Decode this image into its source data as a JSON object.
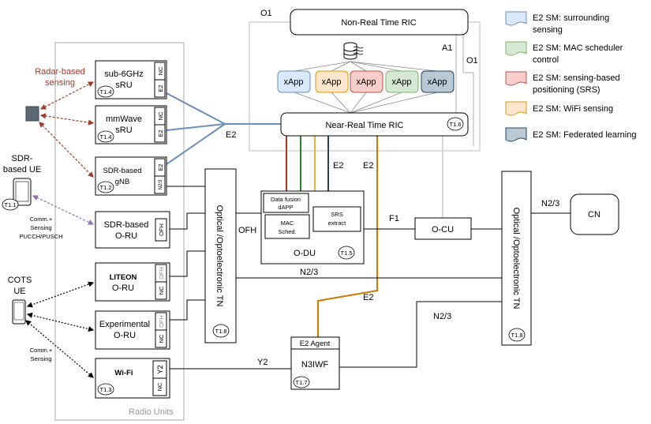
{
  "colors": {
    "surrounding": "#dae8fc",
    "surrounding_stroke": "#6c8ebf",
    "mac": "#d5e8d4",
    "mac_stroke": "#82b366",
    "positioning": "#f8cecc",
    "positioning_stroke": "#b85450",
    "wifi": "#ffe6cc",
    "wifi_stroke": "#d79b00",
    "federated": "#bac8d3",
    "federated_stroke": "#23445d",
    "e2_blue": "#6c8ebf",
    "e2_orange": "#cc7a00",
    "radar_red": "#a33a2a",
    "purple": "#9673a6",
    "gray": "#c8c8c8"
  },
  "legend": [
    {
      "label_1": "E2 SM: surrounding",
      "label_2": "sensing",
      "color": "surrounding"
    },
    {
      "label_1": "E2 SM: MAC scheduler",
      "label_2": "control",
      "color": "mac"
    },
    {
      "label_1": "E2 SM: sensing-based",
      "label_2": "positioning (SRS)",
      "color": "positioning"
    },
    {
      "label_1": "E2 SM: WiFi sensing",
      "label_2": "",
      "color": "wifi"
    },
    {
      "label_1": "E2 SM: Federated learning",
      "label_2": "",
      "color": "federated"
    }
  ],
  "ric": {
    "nonrt": "Non-Real Time RIC",
    "nearrt": "Near-Real Time RIC",
    "nearrt_badge": "T1.6",
    "xapps": [
      "xApp",
      "xApp",
      "xApp",
      "xApp",
      "xApp"
    ]
  },
  "labels": {
    "o1_top": "O1",
    "o1_right": "O1",
    "a1": "A1",
    "e2_left": "E2",
    "e2_mid": "E2",
    "e2_orange_top": "E2",
    "e2_orange_bottom": "E2",
    "ofh": "OFH",
    "f1": "F1",
    "n23_top": "N2/3",
    "n23_mid": "N2/3",
    "n23_low": "N2/3",
    "y2": "Y2",
    "radio_units": "Radio Units",
    "radar_1": "Radar-based",
    "radar_2": "sensing",
    "sdr_ue_1": "SDR-",
    "sdr_ue_2": "based UE",
    "sdr_ue_badge": "T1.1",
    "comm_sense_1_a": "Comm.+",
    "comm_sense_1_b": "Sensing",
    "comm_sense_1_c": "PUCCH/PUSCH",
    "cots_1": "COTS",
    "cots_2": "UE",
    "comm_sense_2_a": "Comm.+",
    "comm_sense_2_b": "Sensing"
  },
  "radio_units": [
    {
      "line1": "sub-6GHz",
      "line2": "sRU",
      "badge": "T1.4",
      "port_top": "NC",
      "port_bottom": "E2"
    },
    {
      "line1": "mmWave",
      "line2": "sRU",
      "badge": "T1.4",
      "port_top": "NC",
      "port_bottom": "E2"
    },
    {
      "line1": "SDR-based",
      "line2": "gNB",
      "badge": "T1.2",
      "port_top": "E2",
      "port_bottom": "N2/3"
    },
    {
      "line1": "SDR-based",
      "line2": "O-RU",
      "badge": "",
      "port_top": "OFH",
      "port_bottom": ""
    },
    {
      "line1": "LITEON",
      "line2": "O-RU",
      "badge": "",
      "port_top": "OFH",
      "port_bottom": "NC"
    },
    {
      "line1": "Experimental",
      "line2": "O-RU",
      "badge": "",
      "port_top": "OFH",
      "port_bottom": "NC"
    },
    {
      "line1": "Wi-Fi",
      "line2": "",
      "badge": "T1.3",
      "port_top": "Y2",
      "port_bottom": "NC"
    }
  ],
  "odu": {
    "label": "O-DU",
    "badge": "T1.5",
    "dapp_1": "Data fusion",
    "dapp_2": "dAPP",
    "mac_1": "MAC",
    "mac_2": "Sched.",
    "srs_1": "SRS",
    "srs_2": "extract"
  },
  "tn_left": {
    "label": "Optical /Optoelectronic TN",
    "badge": "T1.8"
  },
  "tn_right": {
    "label": "Optical /Optoelectronic TN",
    "badge": "T1.8"
  },
  "ocu": "O-CU",
  "cn": "CN",
  "e2_agent": "E2 Agent",
  "n3iwf": "N3IWF",
  "n3iwf_badge": "T1.7"
}
